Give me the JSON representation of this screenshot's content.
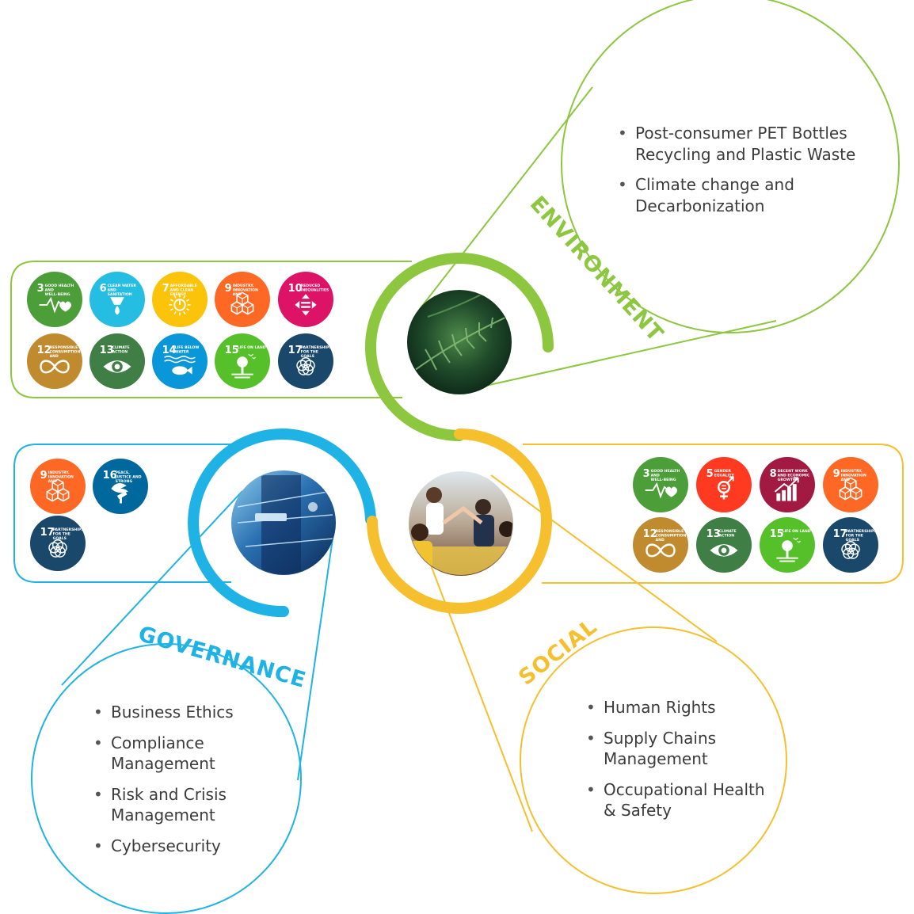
{
  "colors": {
    "environment": "#8dc63f",
    "social": "#f5bf2e",
    "governance": "#1fb3e5",
    "text": "#3b3b3b"
  },
  "environment": {
    "label": "ENVIRONMENT",
    "topics": [
      "Post-consumer PET Bottles Recycling and Plastic Waste",
      "Climate change and Decarbonization"
    ],
    "photo": "fern-leaves-photo",
    "sdgs": [
      {
        "num": "3",
        "label": "GOOD HEALTH AND WELL-BEING",
        "color": "#4c9f38",
        "icon": "heartbeat-icon"
      },
      {
        "num": "6",
        "label": "CLEAN WATER AND SANITATION",
        "color": "#26bde2",
        "icon": "water-drop-icon"
      },
      {
        "num": "7",
        "label": "AFFORDABLE AND CLEAN ENERGY",
        "color": "#fcc30b",
        "icon": "sun-power-icon"
      },
      {
        "num": "9",
        "label": "INDUSTRY, INNOVATION AND INFRASTRUCTURE",
        "color": "#fd6925",
        "icon": "cubes-icon"
      },
      {
        "num": "10",
        "label": "REDUCED INEQUALITIES",
        "color": "#dd1367",
        "icon": "equality-arrows-icon"
      },
      {
        "num": "12",
        "label": "RESPONSIBLE CONSUMPTION AND PRODUCTION",
        "color": "#bf8b2e",
        "icon": "infinity-icon"
      },
      {
        "num": "13",
        "label": "CLIMATE ACTION",
        "color": "#3f7e44",
        "icon": "eye-globe-icon"
      },
      {
        "num": "14",
        "label": "LIFE BELOW WATER",
        "color": "#0a97d9",
        "icon": "fish-waves-icon"
      },
      {
        "num": "15",
        "label": "LIFE ON LAND",
        "color": "#56c02b",
        "icon": "tree-icon"
      },
      {
        "num": "17",
        "label": "PARTNERSHIPS FOR THE GOALS",
        "color": "#19486a",
        "icon": "flower-rings-icon"
      }
    ]
  },
  "governance": {
    "label": "GOVERNANCE",
    "topics": [
      "Business Ethics",
      "Compliance Management",
      "Risk and Crisis Management",
      "Cybersecurity"
    ],
    "photo": "digital-business-photo",
    "sdgs": [
      {
        "num": "9",
        "label": "INDUSTRY, INNOVATION AND INFRASTRUCTURE",
        "color": "#fd6925",
        "icon": "cubes-icon"
      },
      {
        "num": "16",
        "label": "PEACE, JUSTICE AND STRONG INSTITUTIONS",
        "color": "#00689d",
        "icon": "dove-gavel-icon"
      },
      {
        "num": "17",
        "label": "PARTNERSHIPS FOR THE GOALS",
        "color": "#19486a",
        "icon": "flower-rings-icon"
      }
    ]
  },
  "social": {
    "label": "SOCIAL",
    "topics": [
      "Human Rights",
      "Supply Chains Management",
      "Occupational Health & Safety"
    ],
    "photo": "team-high-five-photo",
    "sdgs": [
      {
        "num": "3",
        "label": "GOOD HEALTH AND WELL-BEING",
        "color": "#4c9f38",
        "icon": "heartbeat-icon"
      },
      {
        "num": "5",
        "label": "GENDER EQUALITY",
        "color": "#ff3a21",
        "icon": "gender-equality-icon"
      },
      {
        "num": "8",
        "label": "DECENT WORK AND ECONOMIC GROWTH",
        "color": "#a21942",
        "icon": "growth-chart-icon"
      },
      {
        "num": "9",
        "label": "INDUSTRY, INNOVATION AND INFRASTRUCTURE",
        "color": "#fd6925",
        "icon": "cubes-icon"
      },
      {
        "num": "12",
        "label": "RESPONSIBLE CONSUMPTION AND PRODUCTION",
        "color": "#bf8b2e",
        "icon": "infinity-icon"
      },
      {
        "num": "13",
        "label": "CLIMATE ACTION",
        "color": "#3f7e44",
        "icon": "eye-globe-icon"
      },
      {
        "num": "15",
        "label": "LIFE ON LAND",
        "color": "#56c02b",
        "icon": "tree-icon"
      },
      {
        "num": "17",
        "label": "PARTNERSHIPS FOR THE GOALS",
        "color": "#19486a",
        "icon": "flower-rings-icon"
      }
    ]
  }
}
